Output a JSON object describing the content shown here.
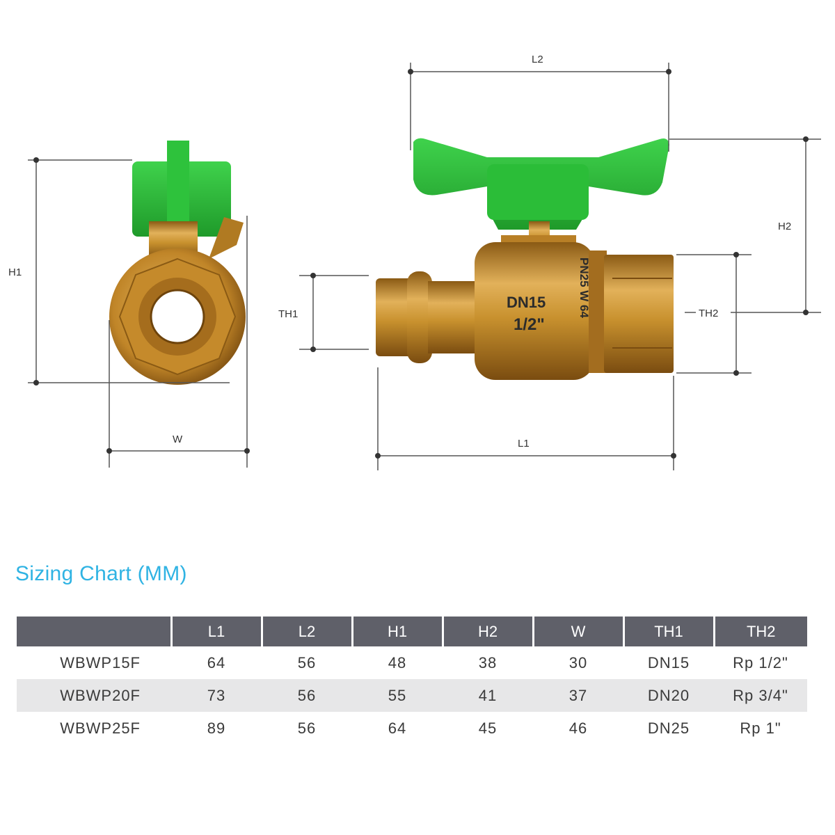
{
  "diagram": {
    "labels": {
      "h1": "H1",
      "w": "W",
      "l1": "L1",
      "l2": "L2",
      "h2": "H2",
      "th1": "TH1",
      "th2": "TH2"
    },
    "valve_marking": {
      "size": "DN15",
      "inch": "1/2\"",
      "side": "PN25  W  64"
    },
    "colors": {
      "handle": "#2db53b",
      "brass": "#c8912e",
      "dimension_line": "#555555"
    }
  },
  "sizing_chart": {
    "title": "Sizing Chart (MM)",
    "headers": [
      "",
      "L1",
      "L2",
      "H1",
      "H2",
      "W",
      "TH1",
      "TH2"
    ],
    "rows": [
      [
        "WBWP15F",
        "64",
        "56",
        "48",
        "38",
        "30",
        "DN15",
        "Rp 1/2\""
      ],
      [
        "WBWP20F",
        "73",
        "56",
        "55",
        "41",
        "37",
        "DN20",
        "Rp 3/4\""
      ],
      [
        "WBWP25F",
        "89",
        "56",
        "64",
        "45",
        "46",
        "DN25",
        "Rp 1\""
      ]
    ],
    "colors": {
      "header_bg": "#5f6069",
      "title": "#2fb3e3",
      "shaded_row": "#e7e7e8"
    }
  }
}
